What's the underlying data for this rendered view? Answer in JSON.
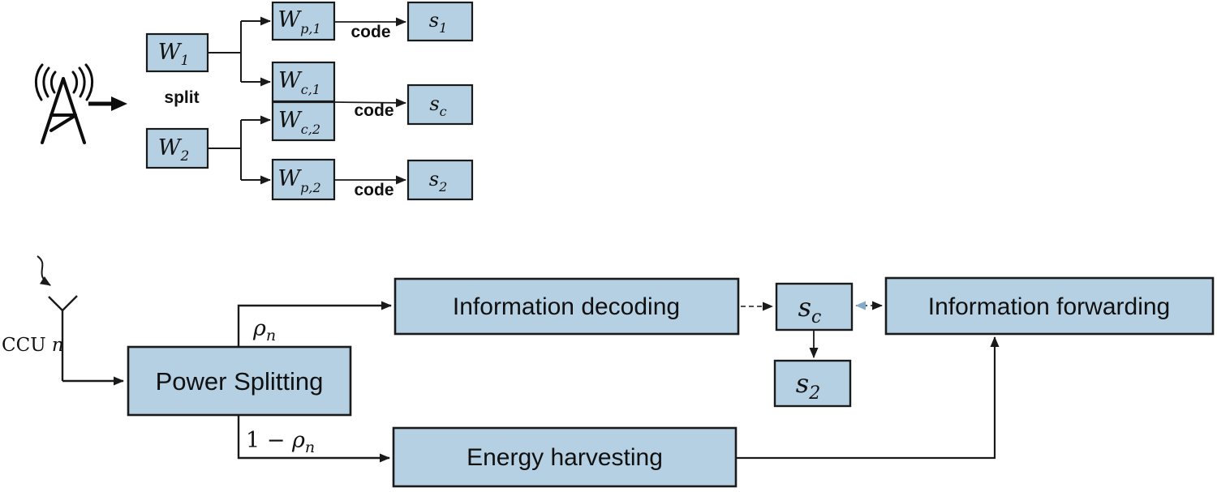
{
  "colors": {
    "box_fill": "#b5d0e2",
    "box_border": "#1a1a1a",
    "line": "#1a1a1a",
    "dashed_line": "#3a3a3a",
    "blue_arrowhead": "#85aac8",
    "text": "#101010"
  },
  "top_diagram": {
    "split_label": "split",
    "code_label": "code",
    "boxes": {
      "w1": {
        "main": "W",
        "sub": "1"
      },
      "w2": {
        "main": "W",
        "sub": "2"
      },
      "wp1": {
        "main": "W",
        "sub": "p,1"
      },
      "wc1": {
        "main": "W",
        "sub": "c,1"
      },
      "wc2": {
        "main": "W",
        "sub": "c,2"
      },
      "wp2": {
        "main": "W",
        "sub": "p,2"
      },
      "s1": {
        "main": "s",
        "sub": "1"
      },
      "sc": {
        "main": "s",
        "sub": "c"
      },
      "s2": {
        "main": "s",
        "sub": "2"
      }
    }
  },
  "bottom_diagram": {
    "ccu": {
      "label": "CCU",
      "var": "n"
    },
    "rho": {
      "symbol": "ρ",
      "sub": "n"
    },
    "one_minus_rho": {
      "pre": "1 − ",
      "symbol": "ρ",
      "sub": "n"
    },
    "boxes": {
      "power_splitting": "Power Splitting",
      "information_decoding": "Information decoding",
      "energy_harvesting": "Energy harvesting",
      "information_forwarding": "Information forwarding",
      "sc": {
        "main": "s",
        "sub": "c"
      },
      "s2": {
        "main": "s",
        "sub": "2"
      }
    }
  }
}
